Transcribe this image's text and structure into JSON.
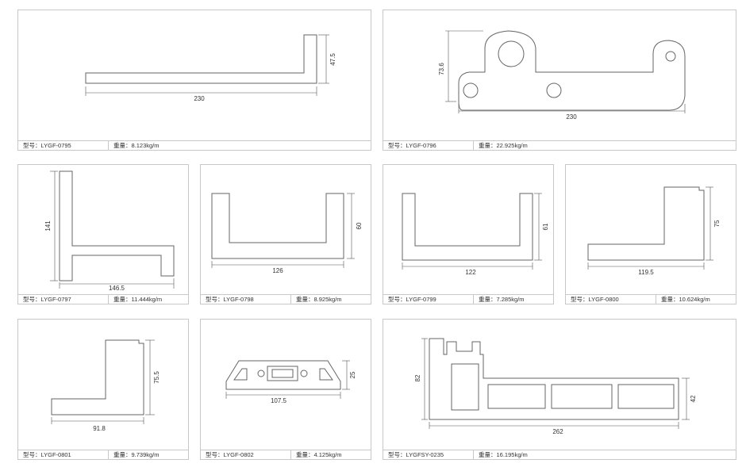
{
  "labels": {
    "model_prefix": "型号：",
    "weight_prefix": "重量："
  },
  "profiles": [
    {
      "model": "LYGF-0795",
      "weight": "8.123kg/m",
      "dims": [
        "230",
        "47.5"
      ]
    },
    {
      "model": "LYGF-0796",
      "weight": "22.925kg/m",
      "dims": [
        "230",
        "73.6"
      ]
    },
    {
      "model": "LYGF-0797",
      "weight": "11.444kg/m",
      "dims": [
        "146.5",
        "141"
      ]
    },
    {
      "model": "LYGF-0798",
      "weight": "8.925kg/m",
      "dims": [
        "126",
        "60"
      ]
    },
    {
      "model": "LYGF-0799",
      "weight": "7.285kg/m",
      "dims": [
        "122",
        "61"
      ]
    },
    {
      "model": "LYGF-0800",
      "weight": "10.624kg/m",
      "dims": [
        "119.5",
        "75"
      ]
    },
    {
      "model": "LYGF-0801",
      "weight": "9.739kg/m",
      "dims": [
        "91.8",
        "75.5"
      ]
    },
    {
      "model": "LYGF-0802",
      "weight": "4.125kg/m",
      "dims": [
        "107.5",
        "25"
      ]
    },
    {
      "model": "LYGFSY-0235",
      "weight": "16.195kg/m",
      "dims": [
        "262",
        "82",
        "42"
      ]
    }
  ]
}
